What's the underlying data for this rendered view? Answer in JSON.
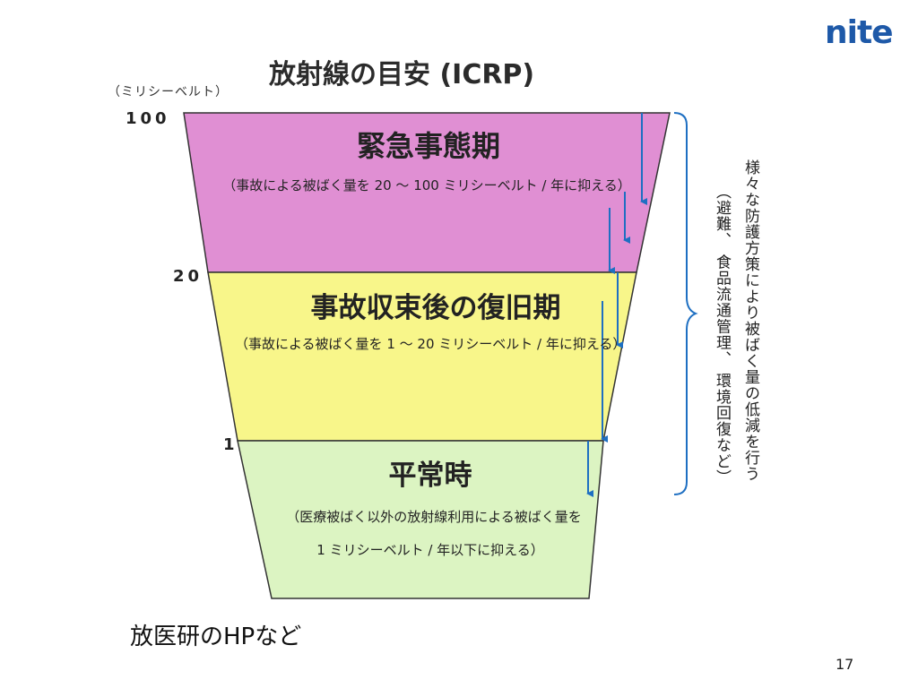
{
  "logo": {
    "text": "nite",
    "color": "#1e59a8"
  },
  "title": "放射線の目安 (ICRP)",
  "unit_label": "（ミリシーベルト）",
  "ticks": {
    "t100": "100",
    "t20": "20",
    "t1": "1"
  },
  "bands": [
    {
      "title": "緊急事態期",
      "note": "（事故による被ばく量を 20 ～ 100 ミリシーベルト / 年に抑える）",
      "color": "#e08fd3"
    },
    {
      "title": "事故収束後の復旧期",
      "note": "（事故による被ばく量を 1 ～ 20 ミリシーベルト / 年に抑える）",
      "color": "#f8f68a"
    },
    {
      "title": "平常時",
      "note_line1": "（医療被ばく以外の放射線利用による被ばく量を",
      "note_line2": "1 ミリシーベルト / 年以下に抑える）",
      "color": "#dcf4c2"
    }
  ],
  "arrow_color": "#1e6fc2",
  "side_note": {
    "line1": "様々な防護方策により被ばく量の低減を行う",
    "line2": "（避難、 食品流通管理、 環境回復など）"
  },
  "source": "放医研のHPなど",
  "page_number": "17"
}
